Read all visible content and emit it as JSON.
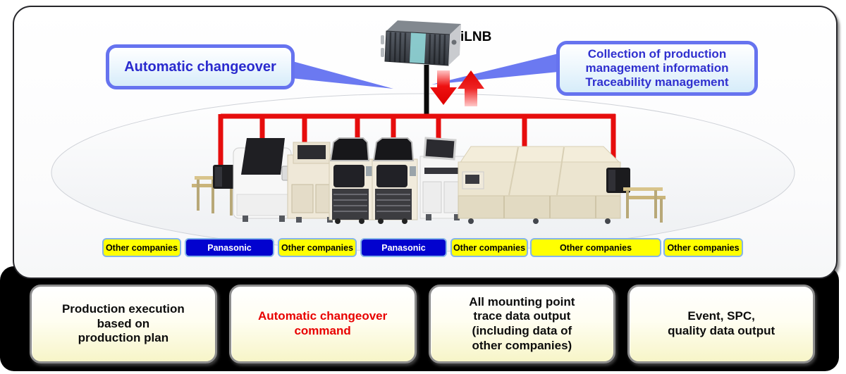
{
  "device": {
    "label": "iLNB"
  },
  "callouts": {
    "left": {
      "text": "Automatic changeover"
    },
    "right": {
      "lines": [
        "Collection of production",
        "management information",
        "Traceability management"
      ]
    }
  },
  "line_labels": [
    {
      "label": "Other companies",
      "vendor": "other"
    },
    {
      "label": "Panasonic",
      "vendor": "panasonic"
    },
    {
      "label": "Other companies",
      "vendor": "other"
    },
    {
      "label": "Panasonic",
      "vendor": "panasonic"
    },
    {
      "label": "Other companies",
      "vendor": "other"
    },
    {
      "label": "Other companies",
      "vendor": "other"
    },
    {
      "label": "Other companies",
      "vendor": "other"
    }
  ],
  "bottom_boxes": [
    {
      "lines": [
        "Production execution",
        "based on",
        "production plan"
      ],
      "emphasis": "normal"
    },
    {
      "lines": [
        "Automatic changeover",
        "command"
      ],
      "emphasis": "red"
    },
    {
      "lines": [
        "All mounting point",
        "trace data output",
        "(including data of",
        "other companies)"
      ],
      "emphasis": "normal"
    },
    {
      "lines": [
        "Event, SPC,",
        "quality data output"
      ],
      "emphasis": "normal"
    }
  ],
  "machines": [
    "board-loader",
    "screen-printer",
    "spi-inspection",
    "component-mounter",
    "component-mounter",
    "aoi-inspection",
    "reflow-oven",
    "board-unloader"
  ],
  "colors": {
    "network_line": "#e60d0d",
    "data_arrow": "#e60d0d",
    "callout_border": "#6673ef",
    "callout_text": "#2a2ace",
    "panasonic_badge": "#0202cf",
    "other_badge": "#ffff00",
    "badge_border": "#85b5e8",
    "panel_bg": "#000000",
    "command_text": "#e80000"
  }
}
